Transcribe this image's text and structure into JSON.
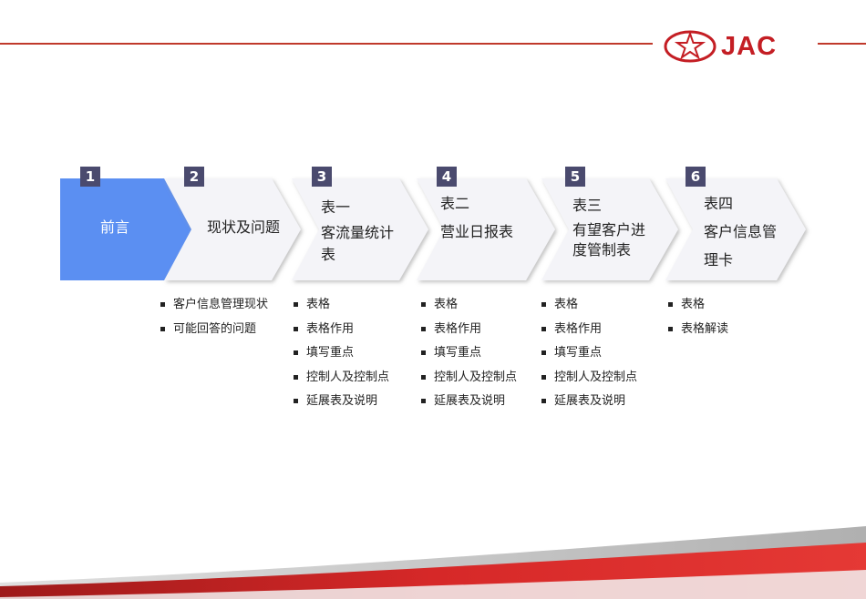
{
  "brand": {
    "logo_text": "JAC",
    "accent": "#c41e24"
  },
  "steps": [
    {
      "number": "1",
      "lines": [
        "前言"
      ],
      "active": true,
      "bullets": []
    },
    {
      "number": "2",
      "lines": [
        "现状及问题"
      ],
      "active": false,
      "bullets": [
        "客户信息管理现状",
        "可能回答的问题"
      ]
    },
    {
      "number": "3",
      "lines": [
        "表一",
        "客流量统计",
        "表"
      ],
      "active": false,
      "bullets": [
        "表格",
        "表格作用",
        "填写重点",
        "控制人及控制点",
        "延展表及说明"
      ]
    },
    {
      "number": "4",
      "lines": [
        "表二",
        "营业日报表"
      ],
      "active": false,
      "bullets": [
        "表格",
        "表格作用",
        "填写重点",
        "控制人及控制点",
        "延展表及说明"
      ]
    },
    {
      "number": "5",
      "lines": [
        "表三",
        "有望客户进",
        "度管制表"
      ],
      "active": false,
      "bullets": [
        "表格",
        "表格作用",
        "填写重点",
        "控制人及控制点",
        "延展表及说明"
      ]
    },
    {
      "number": "6",
      "lines": [
        "表四",
        "客户信息管",
        "理卡"
      ],
      "active": false,
      "bullets": [
        "表格",
        "表格解读"
      ]
    }
  ],
  "colors": {
    "active_fill": "#5b8ff2",
    "inactive_fill": "#f4f4f8",
    "number_badge": "#4a4a6e",
    "line": "#c0392b"
  }
}
